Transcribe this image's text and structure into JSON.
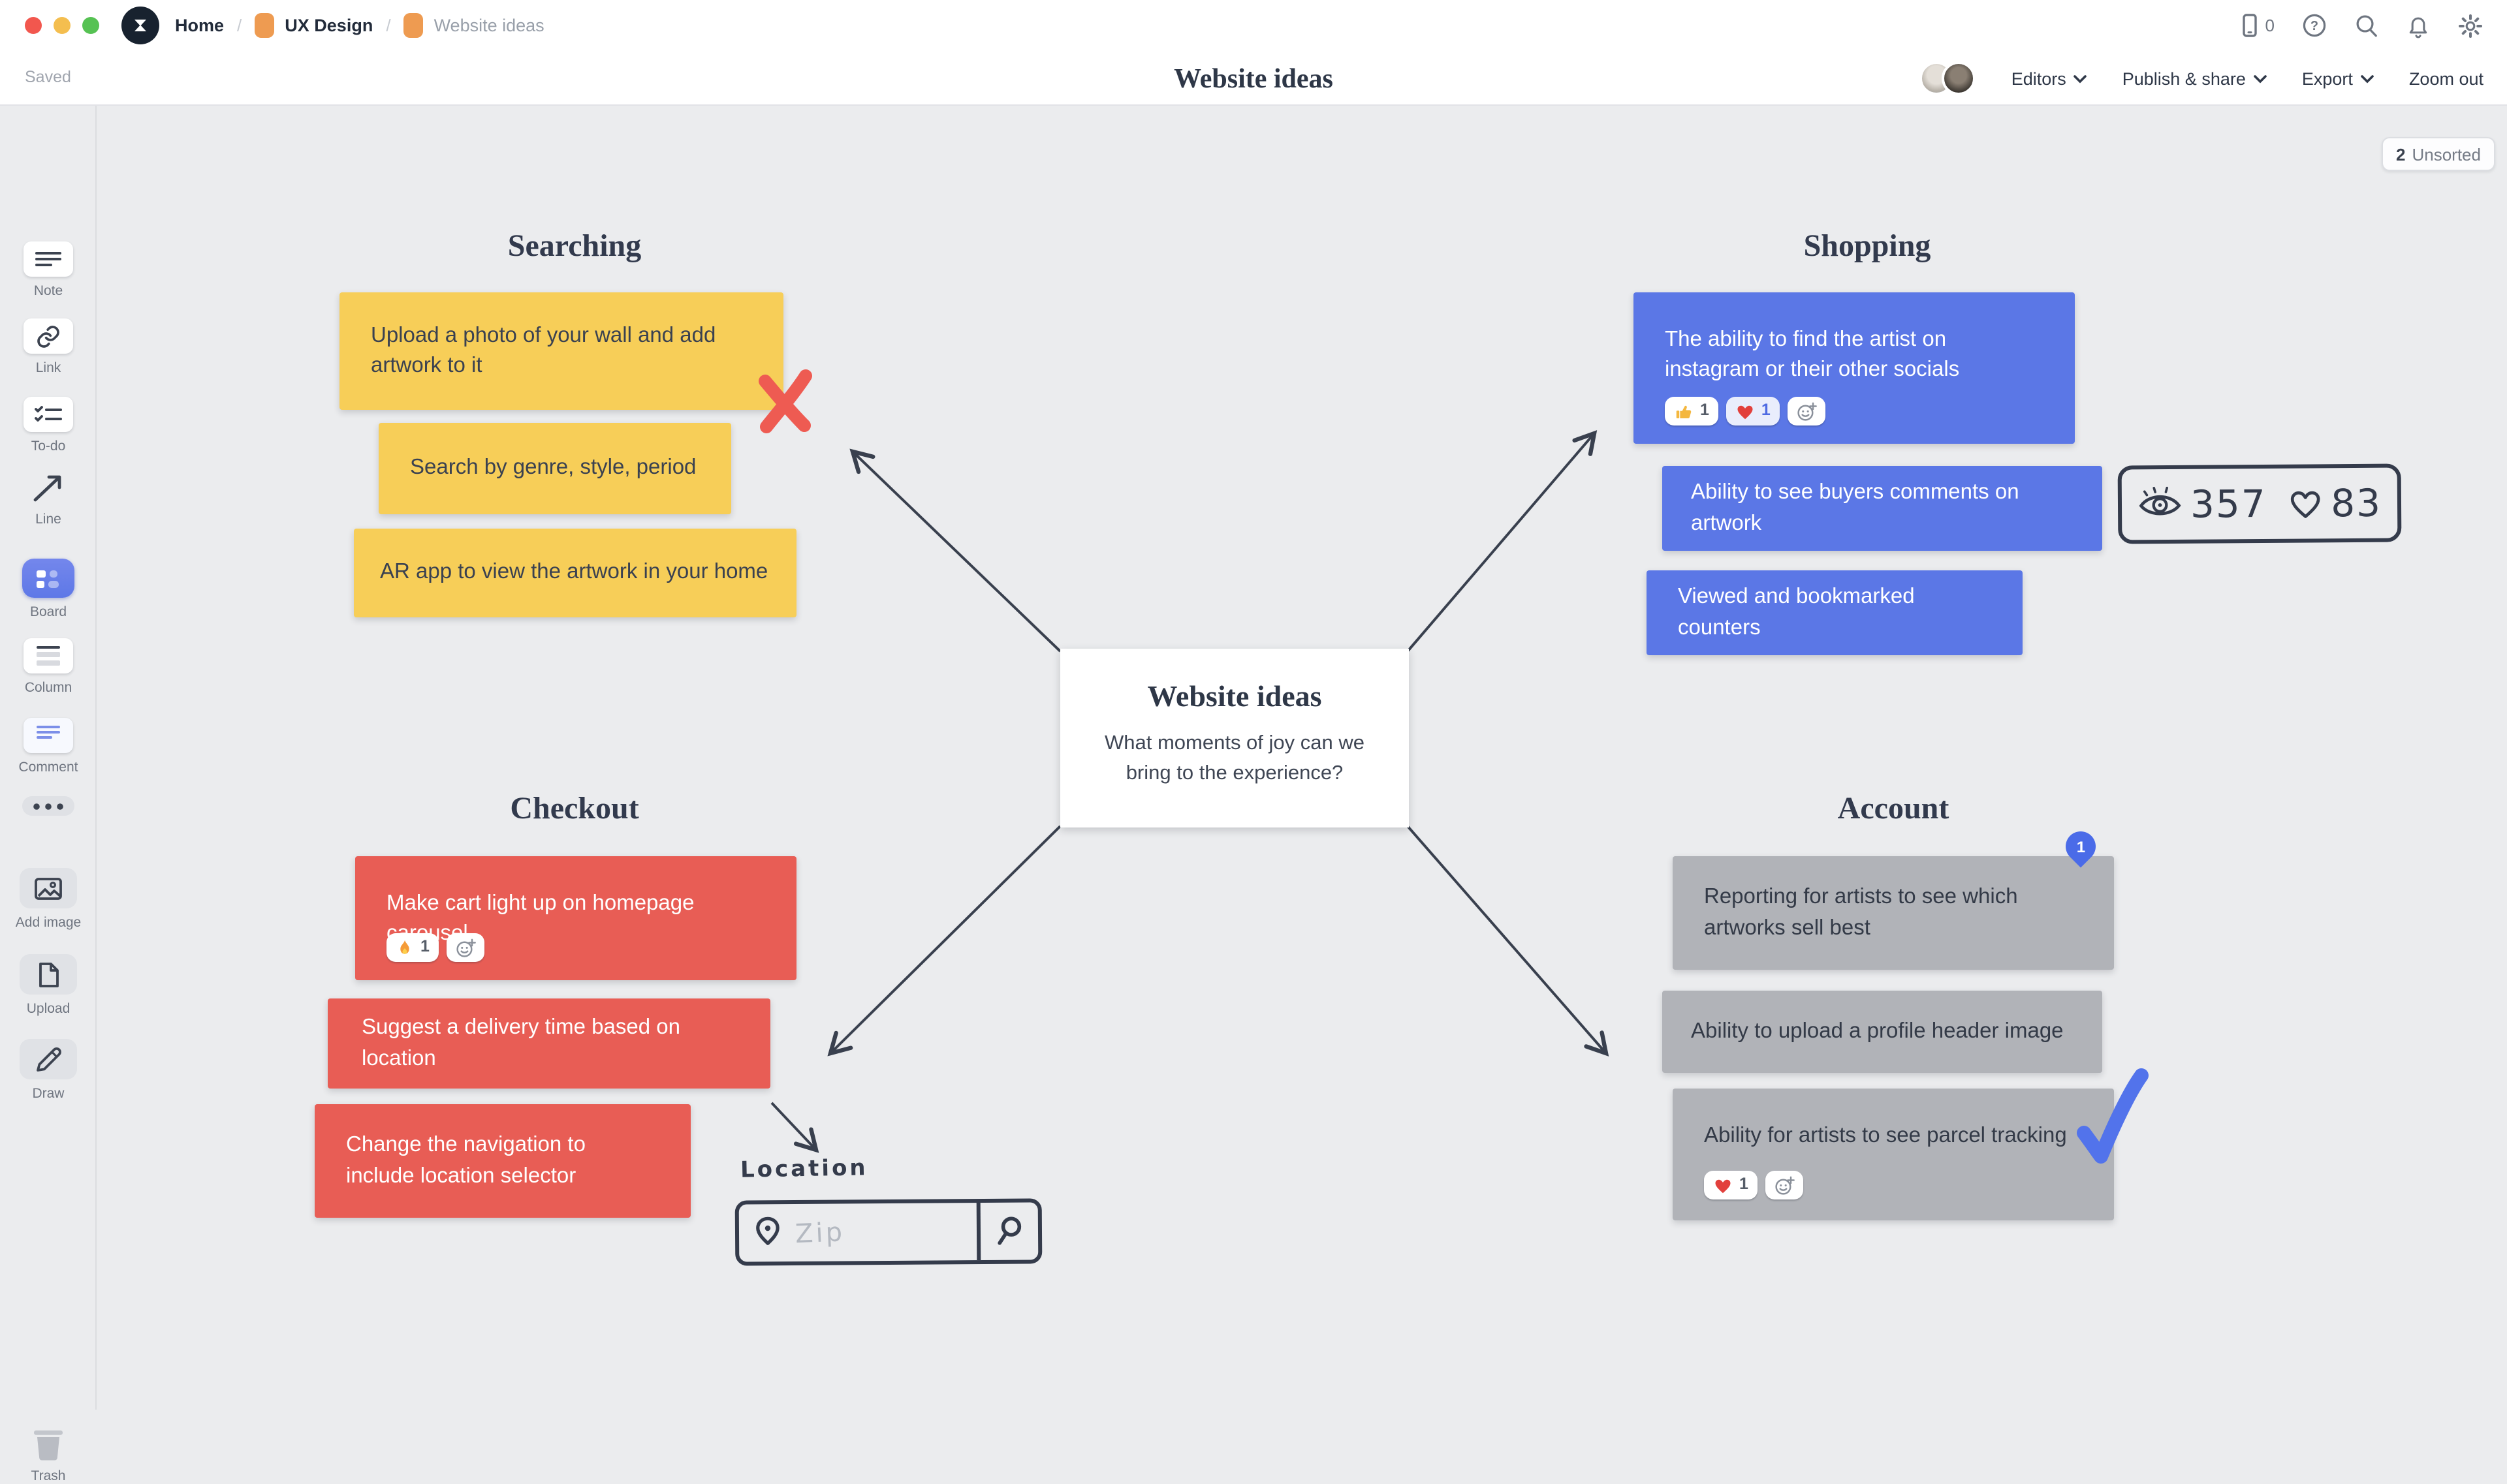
{
  "chrome": {
    "breadcrumb": {
      "home": "Home",
      "separator": "/",
      "board1": "UX Design",
      "board2": "Website ideas"
    },
    "saved": "Saved",
    "title": "Website ideas",
    "device_count": "0",
    "actions": {
      "editors": "Editors",
      "publish": "Publish & share",
      "export": "Export",
      "zoom_out": "Zoom out"
    }
  },
  "sidebar": {
    "tools": [
      {
        "id": "note",
        "label": "Note"
      },
      {
        "id": "link",
        "label": "Link"
      },
      {
        "id": "todo",
        "label": "To-do"
      },
      {
        "id": "line",
        "label": "Line"
      },
      {
        "id": "board",
        "label": "Board"
      },
      {
        "id": "column",
        "label": "Column"
      },
      {
        "id": "comment",
        "label": "Comment"
      },
      {
        "id": "more",
        "label": ""
      },
      {
        "id": "add-image",
        "label": "Add image"
      },
      {
        "id": "upload",
        "label": "Upload"
      },
      {
        "id": "draw",
        "label": "Draw"
      },
      {
        "id": "trash",
        "label": "Trash"
      }
    ]
  },
  "canvas": {
    "unsorted": {
      "count": "2",
      "label": "Unsorted"
    },
    "center": {
      "title": "Website ideas",
      "subtitle": "What moments of joy can we bring to the experience?"
    },
    "sections": {
      "searching": {
        "title": "Searching",
        "notes": [
          {
            "text": "Upload a photo of your wall and add artwork to it"
          },
          {
            "text": "Search by genre, style, period"
          },
          {
            "text": "AR app to view the artwork in your home"
          }
        ]
      },
      "shopping": {
        "title": "Shopping",
        "notes": [
          {
            "text": "The ability to find the artist on instagram or their other socials",
            "reactions": [
              {
                "emoji": "thumbs-up",
                "count": "1"
              },
              {
                "emoji": "red-heart",
                "count": "1"
              }
            ]
          },
          {
            "text": "Ability to see buyers comments on artwork"
          },
          {
            "text": "Viewed and bookmarked counters"
          }
        ]
      },
      "checkout": {
        "title": "Checkout",
        "notes": [
          {
            "text": "Make cart light up on homepage carousel",
            "reactions": [
              {
                "emoji": "fire",
                "count": "1"
              }
            ]
          },
          {
            "text": "Suggest a delivery time based on location"
          },
          {
            "text": "Change the navigation to include location selector"
          }
        ]
      },
      "account": {
        "title": "Account",
        "notes": [
          {
            "text": "Reporting for artists to see which artworks sell best",
            "badge": "1"
          },
          {
            "text": "Ability to upload a profile header image"
          },
          {
            "text": "Ability for artists to see parcel tracking",
            "reactions": [
              {
                "emoji": "red-heart",
                "count": "1"
              }
            ]
          }
        ]
      }
    },
    "sketches": {
      "counters": {
        "views": "357",
        "likes": "83"
      },
      "location": {
        "label": "Location",
        "placeholder": "Zip"
      }
    },
    "colors": {
      "note_yellow": "#F7CE58",
      "note_blue": "#5B77E6",
      "note_red": "#E85D55",
      "note_gray": "#B1B3B8",
      "accent_blue": "#4A6BE8",
      "doodle_ink": "#343B4B",
      "x_mark_red": "#EE5B52",
      "board_icon_orange": "#EE9B51"
    }
  }
}
